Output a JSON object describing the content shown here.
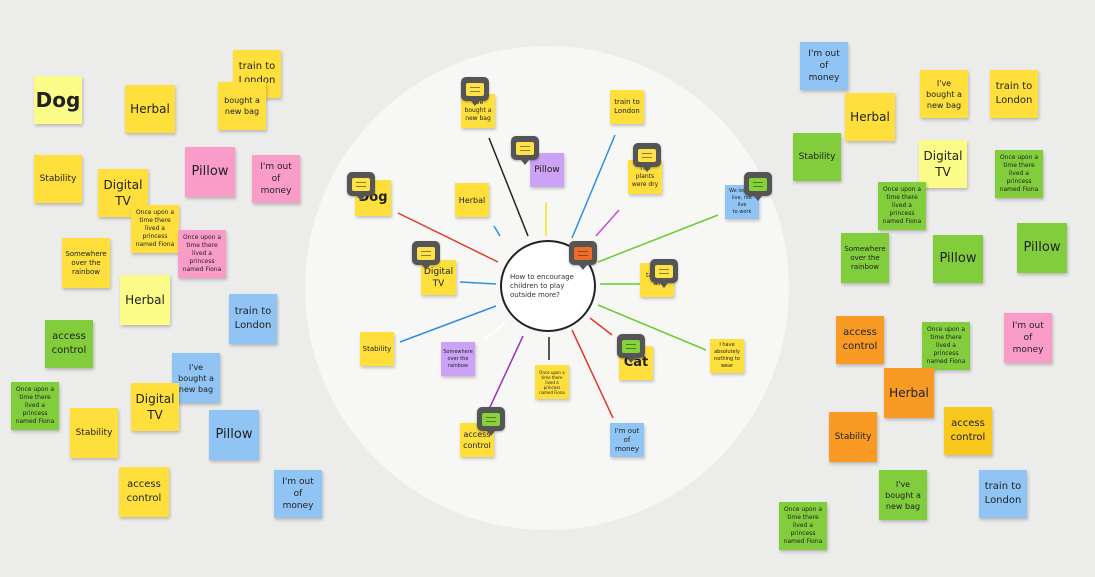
{
  "center_question": "How to encourage children to play outside more?",
  "colors": {
    "yellow": "#ffdf3c",
    "lemon": "#fbfb88",
    "green": "#82cd3c",
    "pink": "#fa9cc8",
    "blue": "#90c4f5",
    "orange": "#f99a24",
    "purple": "#cba2f5",
    "gold": "#f8c81c"
  },
  "notes": [
    {
      "text": "Dog",
      "color": "lemon",
      "size": 20,
      "bold": true
    },
    {
      "text": "Herbal",
      "color": "yellow",
      "size": 12
    },
    {
      "text": "train to\nLondon",
      "color": "yellow",
      "size": 10
    },
    {
      "text": "bought a\nnew bag",
      "color": "yellow",
      "size": 8
    },
    {
      "text": "Stability",
      "color": "yellow",
      "size": 9
    },
    {
      "text": "Digital\nTV",
      "color": "yellow",
      "size": 12
    },
    {
      "text": "Once upon a\ntime there\nlived a princess\nnamed Fiona",
      "color": "yellow",
      "size": 6
    },
    {
      "text": "Pillow",
      "color": "pink",
      "size": 13
    },
    {
      "text": "I'm out\nof money",
      "color": "pink",
      "size": 9
    },
    {
      "text": "Once upon a\ntime there\nlived a princess\nnamed Fiona",
      "color": "pink",
      "size": 6
    },
    {
      "text": "Somewhere\nover the\nrainbow",
      "color": "yellow",
      "size": 7
    },
    {
      "text": "Herbal",
      "color": "lemon",
      "size": 12
    },
    {
      "text": "train to\nLondon",
      "color": "blue",
      "size": 10
    },
    {
      "text": "access\ncontrol",
      "color": "green",
      "size": 10
    },
    {
      "text": "I've\nbought a\nnew bag",
      "color": "blue",
      "size": 8
    },
    {
      "text": "Once upon a\ntime there\nlived a princess\nnamed Fiona",
      "color": "green",
      "size": 6
    },
    {
      "text": "Stability",
      "color": "yellow",
      "size": 9
    },
    {
      "text": "Digital\nTV",
      "color": "yellow",
      "size": 12
    },
    {
      "text": "Pillow",
      "color": "blue",
      "size": 13
    },
    {
      "text": "access\ncontrol",
      "color": "yellow",
      "size": 10
    },
    {
      "text": "I'm out\nof money",
      "color": "blue",
      "size": 9
    },
    {
      "text": "I've\nbought a\nnew bag",
      "color": "yellow",
      "size": 6
    },
    {
      "text": "train to\nLondon",
      "color": "yellow",
      "size": 7
    },
    {
      "text": "Pillow",
      "color": "purple",
      "size": 9
    },
    {
      "text": "The plants\nwere dry",
      "color": "yellow",
      "size": 6
    },
    {
      "text": "Dog",
      "color": "yellow",
      "size": 13,
      "bold": true
    },
    {
      "text": "Herbal",
      "color": "yellow",
      "size": 8
    },
    {
      "text": "We love in\nlive, not live\nto work",
      "color": "blue",
      "size": 5
    },
    {
      "text": "Digital\nTV",
      "color": "yellow",
      "size": 9
    },
    {
      "text": "takes it all",
      "color": "yellow",
      "size": 6
    },
    {
      "text": "Stability",
      "color": "yellow",
      "size": 7
    },
    {
      "text": "Somewhere\nover the\nrainbow",
      "color": "purple",
      "size": 5
    },
    {
      "text": "I have\nabsolutely\nnothing to\nwear",
      "color": "yellow",
      "size": 5
    },
    {
      "text": "Cat",
      "color": "yellow",
      "size": 13,
      "bold": true
    },
    {
      "text": "Once upon a\ntime there\nlived a princess\nnamed Fiona",
      "color": "yellow",
      "size": 4
    },
    {
      "text": "access\ncontrol",
      "color": "yellow",
      "size": 8
    },
    {
      "text": "I'm out\nof money",
      "color": "blue",
      "size": 7
    },
    {
      "text": "I'm out\nof money",
      "color": "blue",
      "size": 9
    },
    {
      "text": "I've\nbought a\nnew bag",
      "color": "yellow",
      "size": 8
    },
    {
      "text": "train to\nLondon",
      "color": "yellow",
      "size": 10
    },
    {
      "text": "Herbal",
      "color": "yellow",
      "size": 12
    },
    {
      "text": "Stability",
      "color": "green",
      "size": 9
    },
    {
      "text": "Digital\nTV",
      "color": "lemon",
      "size": 12
    },
    {
      "text": "Once upon a\ntime there\nlived a princess\nnamed Fiona",
      "color": "green",
      "size": 6
    },
    {
      "text": "Once upon a\ntime there\nlived a princess\nnamed Fiona",
      "color": "green",
      "size": 6
    },
    {
      "text": "Somewhere\nover the\nrainbow",
      "color": "green",
      "size": 7
    },
    {
      "text": "Pillow",
      "color": "green",
      "size": 13
    },
    {
      "text": "Pillow",
      "color": "green",
      "size": 13
    },
    {
      "text": "access\ncontrol",
      "color": "orange",
      "size": 10
    },
    {
      "text": "Once upon a\ntime there\nlived a princess\nnamed Fiona",
      "color": "green",
      "size": 6
    },
    {
      "text": "I'm out\nof money",
      "color": "pink",
      "size": 9
    },
    {
      "text": "Herbal",
      "color": "orange",
      "size": 12
    },
    {
      "text": "Stability",
      "color": "orange",
      "size": 9
    },
    {
      "text": "access\ncontrol",
      "color": "gold",
      "size": 10
    },
    {
      "text": "I've\nbought a\nnew bag",
      "color": "green",
      "size": 8
    },
    {
      "text": "train to\nLondon",
      "color": "blue",
      "size": 10
    },
    {
      "text": "Once upon a\ntime there\nlived a princess\nnamed Fiona",
      "color": "green",
      "size": 6
    }
  ]
}
